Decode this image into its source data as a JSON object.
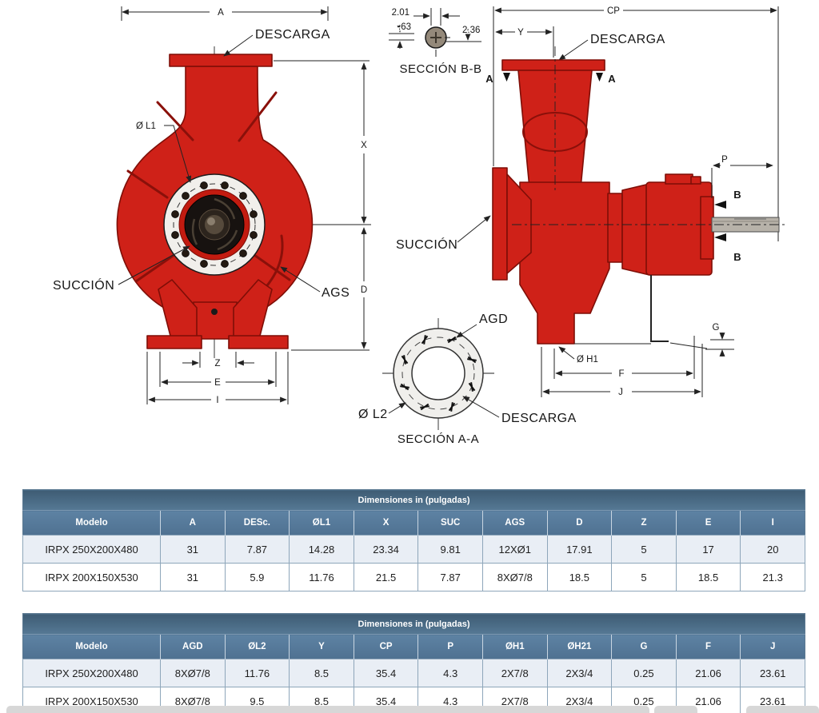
{
  "drawing": {
    "front_view": {
      "dim_a": "A",
      "descarga": "DESCARGA",
      "dia_l1": "Ø L1",
      "dim_x": "X",
      "succion": "SUCCIÓN",
      "ags": "AGS",
      "dim_d": "D",
      "dim_z": "Z",
      "dim_e": "E",
      "dim_i": "I"
    },
    "section_bb": {
      "title": "SECCIÓN B-B",
      "dim_width": "2.01",
      "dim_depth": ".63",
      "dim_diameter": "2.36"
    },
    "section_aa": {
      "title": "SECCIÓN A-A",
      "agd": "AGD",
      "dia_l2": "Ø L2",
      "descarga": "DESCARGA"
    },
    "side_view": {
      "dim_cp": "CP",
      "dim_y": "Y",
      "descarga": "DESCARGA",
      "marker_a": "A",
      "dim_p": "P",
      "marker_b": "B",
      "succion": "SUCCIÓN",
      "dia_h1": "Ø H1",
      "dim_g": "G",
      "dim_f": "F",
      "dim_j": "J"
    }
  },
  "tables": [
    {
      "title": "Dimensiones in (pulgadas)",
      "columns": [
        "Modelo",
        "A",
        "DESc.",
        "ØL1",
        "X",
        "SUC",
        "AGS",
        "D",
        "Z",
        "E",
        "I"
      ],
      "rows": [
        [
          "IRPX 250X200X480",
          "31",
          "7.87",
          "14.28",
          "23.34",
          "9.81",
          "12XØ1",
          "17.91",
          "5",
          "17",
          "20"
        ],
        [
          "IRPX 200X150X530",
          "31",
          "5.9",
          "11.76",
          "21.5",
          "7.87",
          "8XØ7/8",
          "18.5",
          "5",
          "18.5",
          "21.3"
        ]
      ]
    },
    {
      "title": "Dimensiones in (pulgadas)",
      "columns": [
        "Modelo",
        "AGD",
        "ØL2",
        "Y",
        "CP",
        "P",
        "ØH1",
        "ØH21",
        "G",
        "F",
        "J"
      ],
      "rows": [
        [
          "IRPX 250X200X480",
          "8XØ7/8",
          "11.76",
          "8.5",
          "35.4",
          "4.3",
          "2X7/8",
          "2X3/4",
          "0.25",
          "21.06",
          "23.61"
        ],
        [
          "IRPX 200X150X530",
          "8XØ7/8",
          "9.5",
          "8.5",
          "35.4",
          "4.3",
          "2X7/8",
          "2X3/4",
          "0.25",
          "21.06",
          "23.61"
        ]
      ]
    }
  ],
  "colors": {
    "pump_red": "#cf2118",
    "table_header": "#54748f",
    "table_header_dark": "#41607a",
    "row_alt": "#e9eef5"
  }
}
